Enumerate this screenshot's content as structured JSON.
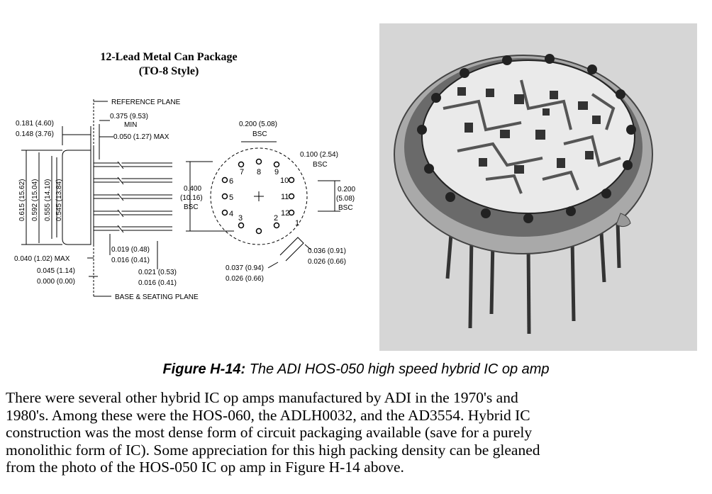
{
  "package": {
    "title_line1": "12-Lead Metal Can Package",
    "title_line2": "(TO-8 Style)"
  },
  "dimensions": {
    "reference_plane": "REFERENCE PLANE",
    "base_seating_plane": "BASE & SEATING PLANE",
    "lead_len_max": "0.375 (9.53)",
    "lead_len_min_word": "MIN",
    "flange_max": "0.050 (1.27) MAX",
    "height_max": "0.181 (4.60)",
    "height_min": "0.148 (3.76)",
    "dia_615": "0.615 (15.62)",
    "dia_592": "0.592 (15.04)",
    "dia_555": "0.555 (14.10)",
    "dia_545": "0.545 (13.84)",
    "flange_thk": "0.040 (1.02) MAX",
    "lead_dia_max": "0.019 (0.48)",
    "lead_dia_min": "0.016 (0.41)",
    "standoff_max": "0.045 (1.14)",
    "standoff_min": "0.000 (0.00)",
    "lead2_max": "0.021 (0.53)",
    "lead2_min": "0.016 (0.41)",
    "pin_spacing_top": "0.200 (5.08)",
    "bsc": "BSC",
    "pin_pitch": "0.100 (2.54)",
    "pcd_val": "0.400",
    "pcd_mm": "(10.16)",
    "right_val": "0.200",
    "right_mm": "(5.08)",
    "tab_max": "0.036 (0.91)",
    "tab_min": "0.026 (0.66)",
    "tab2_max": "0.037 (0.94)",
    "tab2_min": "0.026 (0.66)"
  },
  "pins": [
    "1",
    "2",
    "3",
    "4",
    "5",
    "6",
    "7",
    "8",
    "9",
    "10",
    "11",
    "12"
  ],
  "caption": {
    "label": "Figure H-14:",
    "text": " The ADI HOS-050 high speed hybrid IC op amp"
  },
  "body": {
    "lines": [
      "There were several other hybrid IC op amps manufactured by ADI in the 1970's and",
      "1980's. Among these were the HOS-060, the ADLH0032, and the AD3554. Hybrid IC",
      "construction was the most dense form of circuit packaging available (save for a purely",
      "monolithic form of IC). Some appreciation for this high packing density can be gleaned",
      "from the photo of the HOS-050 IC op amp in Figure H-14 above."
    ]
  }
}
